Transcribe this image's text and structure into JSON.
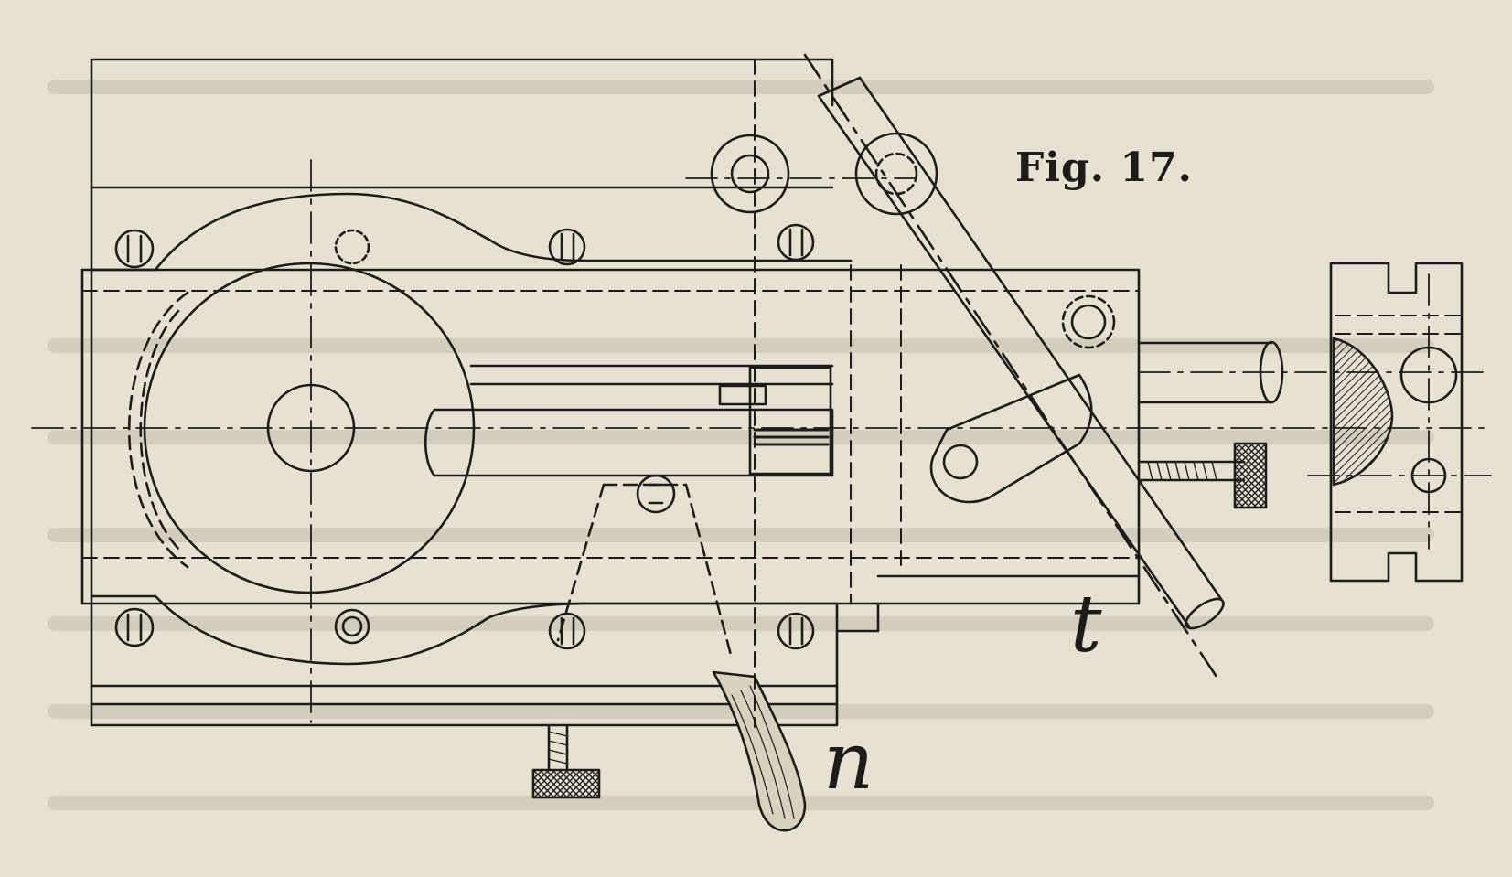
{
  "figure": {
    "caption": "Fig. 17.",
    "labels": {
      "t": "t",
      "n": "n"
    }
  }
}
